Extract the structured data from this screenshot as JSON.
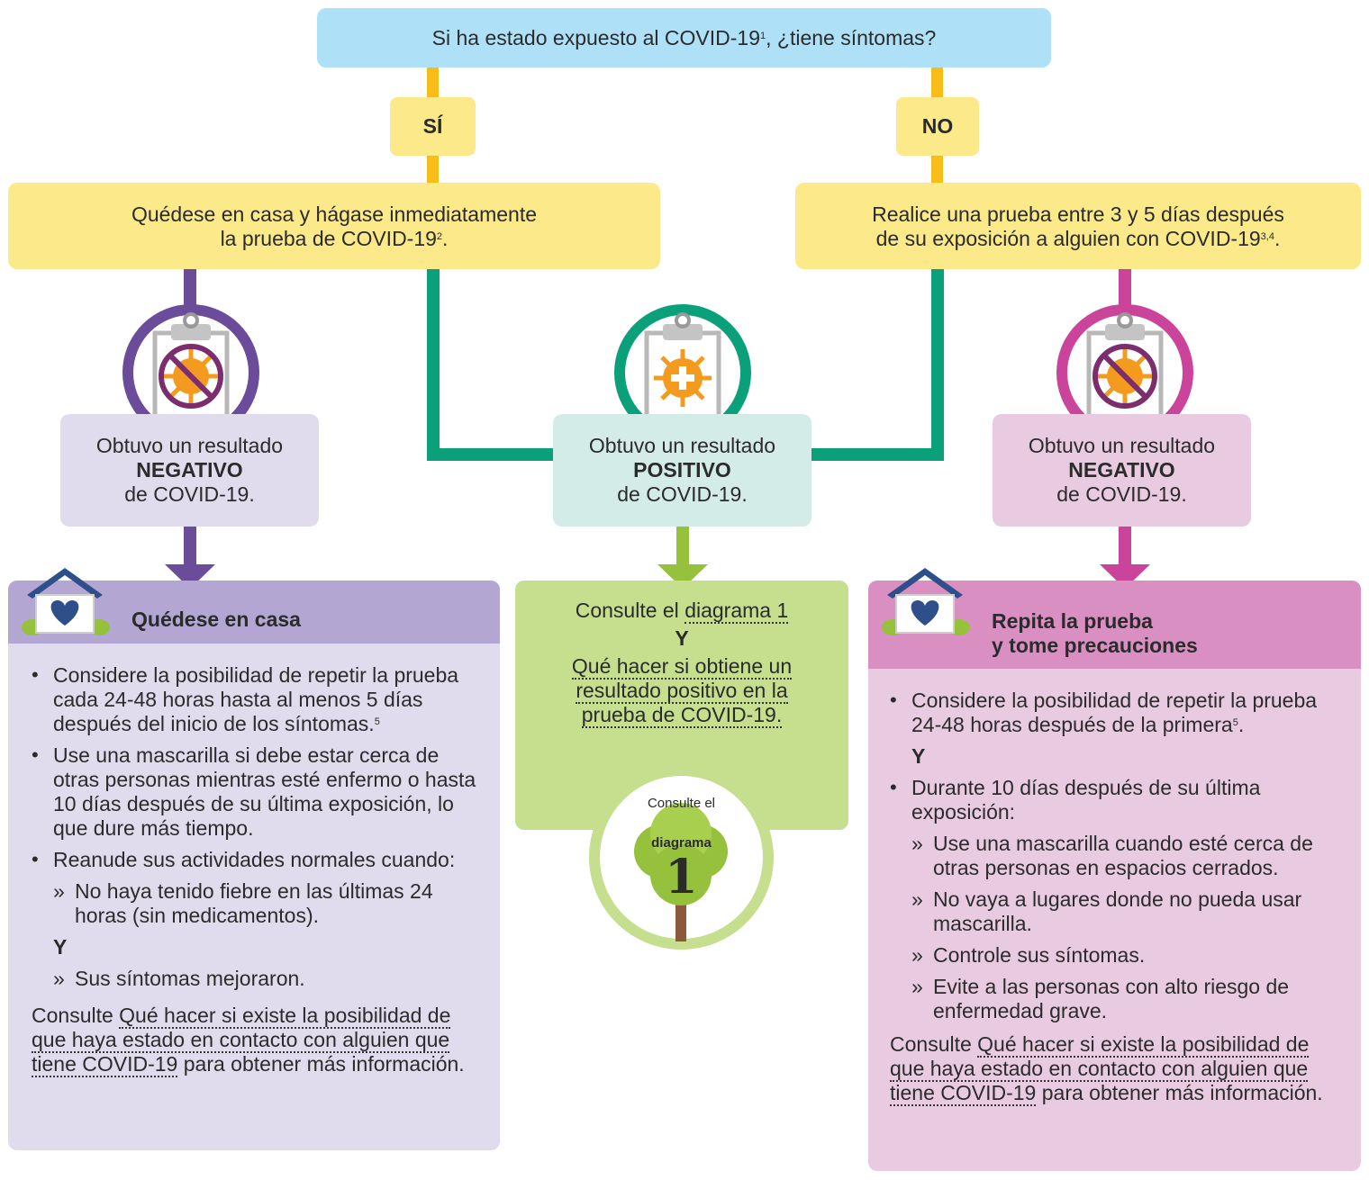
{
  "question": {
    "text": "Si ha estado expuesto al COVID-19",
    "sup": "1",
    "text2": ", ¿tiene síntomas?"
  },
  "yes_label": "SÍ",
  "no_label": "NO",
  "stay_home_box": {
    "line1": "Quédese en casa y hágase inmediatamente",
    "line2": "la prueba de COVID-19",
    "sup": "2",
    "end": "."
  },
  "test_box": {
    "line1": "Realice una prueba entre 3 y 5 días después",
    "line2": "de su exposición a alguien con COVID-19",
    "sup": "3,4",
    "end": "."
  },
  "result_left": {
    "line1": "Obtuvo un resultado",
    "result": "NEGATIVO",
    "line3": "de COVID-19."
  },
  "result_center": {
    "line1": "Obtuvo un resultado",
    "result": "POSITIVO",
    "line3": "de COVID-19."
  },
  "result_right": {
    "line1": "Obtuvo un resultado",
    "result": "NEGATIVO",
    "line3": "de COVID-19."
  },
  "left_panel": {
    "title": "Quédese en casa",
    "b1": "Considere la posibilidad de repetir la prueba cada 24-48 horas hasta al menos 5 días después del inicio de los síntomas.",
    "b1_sup": "5",
    "b2": "Use una mascarilla si debe estar cerca de otras personas mientras esté enfermo o hasta 10 días después de su última exposición, lo que dure más tiempo.",
    "b3": "Reanude sus actividades normales cuando:",
    "s1": "No haya tenido fiebre en las últimas 24 horas (sin medicamentos).",
    "and": "Y",
    "s2": "Sus síntomas mejoraron.",
    "consult": "Consulte",
    "link": "Qué hacer si existe la posibilidad de que haya estado en contacto con alguien que tiene COVID-19",
    "tail": "para obtener más información."
  },
  "center_panel": {
    "consult": "Consulte el",
    "link1": "diagrama 1",
    "and": "Y",
    "link2": "Qué hacer si obtiene un resultado positivo en la prueba de COVID-19.",
    "badge_consult": "Consulte el",
    "badge_word": "diagrama",
    "badge_num": "1"
  },
  "right_panel": {
    "title_line1": "Repita la prueba",
    "title_line2": "y tome precauciones",
    "b1": "Considere la posibilidad de repetir la prueba 24-48 horas después de la primera",
    "b1_sup": "5",
    "b1_end": ".",
    "and": "Y",
    "b2": "Durante 10 días después de su última exposición:",
    "s1": "Use una mascarilla cuando esté cerca de otras personas en espacios cerrados.",
    "s2": "No vaya a lugares donde no pueda usar mascarilla.",
    "s3": "Controle sus síntomas.",
    "s4": "Evite a las personas con alto riesgo de enfermedad grave.",
    "consult": "Consulte",
    "link": "Qué hacer si existe la posibilidad de que haya estado en contacto con alguien que tiene COVID-19",
    "tail": "para obtener más información."
  },
  "colors": {
    "question_bg": "#aee1f8",
    "yellow": "#fbe98a",
    "connector_yellow": "#f8bd19",
    "purple": "#6b4c9a",
    "purple_light": "#e0dcee",
    "purple_header": "#b3a6d2",
    "teal": "#0aa07a",
    "teal_light": "#d4ece8",
    "green": "#96c13c",
    "green_light": "#c6df8e",
    "magenta": "#c9449a",
    "pink_light": "#e9cbe1",
    "pink_header": "#d98fc2",
    "virus_orange": "#f39a1f"
  }
}
